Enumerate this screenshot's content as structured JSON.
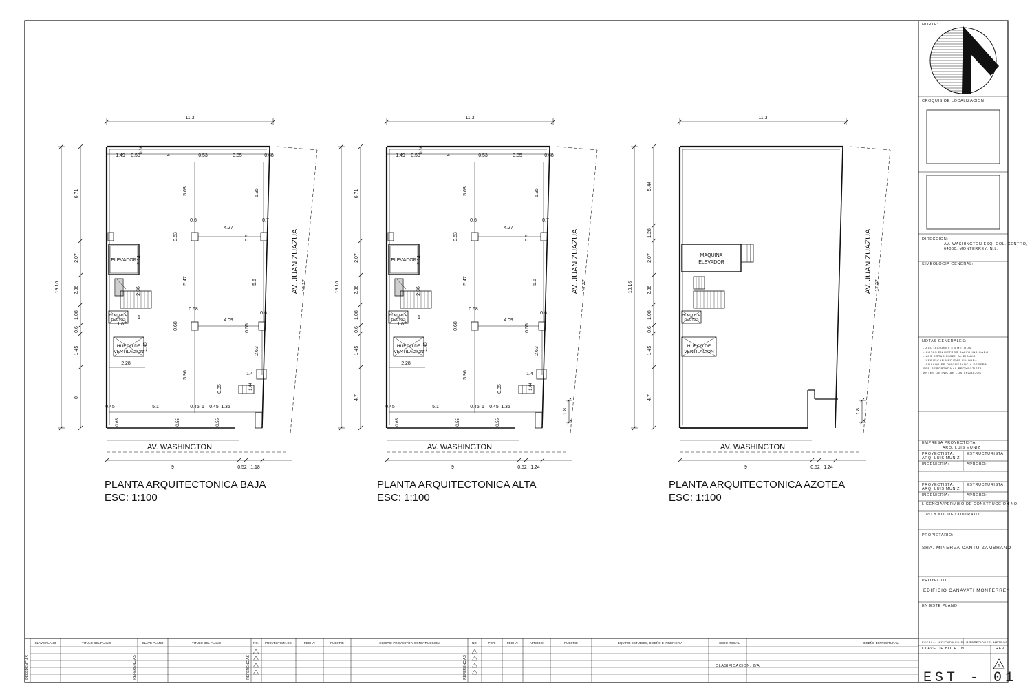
{
  "plans": [
    {
      "key": "baja",
      "title": "PLANTA ARQUITECTONICA BAJA",
      "scale": "ESC: 1:100",
      "overall_width": "11.3",
      "overall_height": "19.16",
      "street_bottom": "AV. WASHINGTON",
      "street_side": "AV. JUAN ZUAZUA",
      "side_length": "19.17",
      "bottom_dims": [
        "9",
        "0.52",
        "1.18"
      ],
      "left_dims": [
        "6.71",
        "2.07",
        "2.36",
        "1.08",
        "0.6",
        "1.45",
        "0"
      ],
      "top_dims": [
        "1.49",
        "0.53",
        "4",
        "0.53",
        "3.85",
        "0.68",
        "0.36"
      ],
      "inner_dims": [
        "5.68",
        "5.35",
        "0.6",
        "4.27",
        "0.7",
        "0.63",
        "0.6",
        "2.14",
        "5.47",
        "5.6",
        "0.68",
        "4.09",
        "0.6",
        "0.68",
        "0.55",
        "2.36",
        "1",
        "1.67",
        "1.45",
        "2.28",
        "2.63",
        "5.96",
        "1.4",
        "0.35",
        "1.44",
        "0.45",
        "5.1",
        "0.45",
        "1",
        "0.45",
        "1.35",
        "0.65",
        "0.55",
        "0.55"
      ],
      "labels": [
        "ELEVADOR",
        "HUECO DE DUCTOS",
        "HUECO DE VENTILACION"
      ]
    },
    {
      "key": "alta",
      "title": "PLANTA ARQUITECTONICA ALTA",
      "scale": "ESC: 1:100",
      "overall_width": "11.3",
      "overall_height": "19.16",
      "street_bottom": "AV. WASHINGTON",
      "street_side": "AV. JUAN ZUAZUA",
      "side_length": "17.37",
      "bottom_dims": [
        "9",
        "0.52",
        "1.24"
      ],
      "left_dims": [
        "6.71",
        "2.07",
        "2.36",
        "1.08",
        "0.6",
        "1.45",
        "4.7"
      ],
      "top_dims": [
        "1.49",
        "0.53",
        "4",
        "0.53",
        "3.85",
        "0.68",
        "0.36"
      ],
      "inner_dims": [
        "5.68",
        "5.35",
        "0.6",
        "4.27",
        "0.7",
        "0.63",
        "0.6",
        "2.14",
        "5.47",
        "5.6",
        "0.68",
        "4.09",
        "0.6",
        "0.68",
        "0.55",
        "2.36",
        "1",
        "1.67",
        "1.45",
        "2.28",
        "2.63",
        "5.96",
        "1.4",
        "0.35",
        "1.44",
        "0.45",
        "5.1",
        "0.45",
        "1",
        "0.45",
        "1.35",
        "0.65",
        "0.55",
        "0.55"
      ],
      "labels": [
        "ELEVADOR",
        "HUECO DE DUCTOS",
        "HUECO DE VENTILACION"
      ],
      "extra_dim": "1.8"
    },
    {
      "key": "azotea",
      "title": "PLANTA ARQUITECTONICA AZOTEA",
      "scale": "ESC: 1:100",
      "overall_width": "11.3",
      "overall_height": "19.16",
      "street_bottom": "AV. WASHINGTON",
      "street_side": "AV. JUAN ZUAZUA",
      "side_length": "17.37",
      "bottom_dims": [
        "9",
        "0.52",
        "1.24"
      ],
      "left_dims": [
        "5.44",
        "1.28",
        "2.07",
        "2.36",
        "1.08",
        "0.6",
        "1.45",
        "4.7"
      ],
      "labels": [
        "MAQUINA ELEVADOR",
        "HUECO DE DUCTOS",
        "HUECO DE VENTILACION"
      ],
      "extra_dim": "1.8"
    }
  ],
  "title_block": {
    "norte": "NORTE:",
    "croquis": "CROQUIS DE LOCALIZACION:",
    "direccion_label": "DIRECCION:",
    "direccion_lines": [
      "AV. WASHINGTON ESQ. COL. CENTRO,",
      "64000, MONTERREY, N.L."
    ],
    "simbologia": "SIMBOLOGIA GENERAL:",
    "notas": "NOTAS GENERALES:",
    "notas_lines": [
      "- ACOTACIONES EN METROS",
      "- COTAS EN METROS SALVO INDICADO",
      "- LAS COTAS RIGEN AL DIBUJO",
      "- VERIFICAR MEDIDAS EN OBRA",
      "- CUALQUIER DISCREPANCIA DEBERA",
      "  SER REPORTADA AL PROYECTISTA",
      "  ANTES DE INICIAR LOS TRABAJOS"
    ],
    "empresa_label": "EMPRESA PROYECTISTA:",
    "empresa_value": "ARQ. LUIS MUÑIZ",
    "proyectista_label": "PROYECTISTA:",
    "proyectista_value": "ARQ. LUIS MUÑIZ",
    "estructurista": "ESTRUCTURISTA:",
    "ingenieria": "INGENIERIA:",
    "aprobo": "APROBO:",
    "proyectista2_label": "PROYECTISTA:",
    "proyectista2_value": "ARQ. LUIS MUÑIZ",
    "estructurista2": "ESTRUCTURISTA:",
    "ingenieria2": "INGENIERIA:",
    "aprobo2": "APROBO:",
    "licencia": "LICENCIA/PERMISO DE CONSTRUCCION NO.",
    "tipo": "TIPO Y NO. DE CONTRATO:",
    "propietario_label": "PROPIETARIO:",
    "propietario_value": "SRA. MINERVA CANTU ZAMBRANO",
    "proyecto_label": "PROYECTO:",
    "proyecto_value": "EDIFICIO CANAVATI MONTERREY",
    "en_este_plano": "EN ESTE PLANO:",
    "escala": "ESCALA: INDICADA EN EL DIBUJO",
    "acotaciones": "ACOTACIONES: METROS",
    "clave_label": "CLAVE DE BOLETIN:",
    "rev_label": "REV",
    "code": "EST - 01",
    "rev_value": "1"
  },
  "bottom_strip": {
    "referencias": "REFERENCIAS",
    "cols": [
      "CLAVE PLANO",
      "TITULO DEL PLANO",
      "CLAVE PLANO",
      "TITULO DEL PLANO",
      "NO.",
      "PROYECTISTA DE:",
      "FECHA:",
      "PUESTO:",
      "EQUIPO: PROYECTO Y CONSTRUCCION",
      "NO.",
      "POR:",
      "FECHA:",
      "APROBO:",
      "PUESTO:",
      "EQUIPO: ESTUDIOS, DISEÑO E INGENIERIA",
      "CERO INICIAL",
      "DISEÑO ESTRUCTURAL"
    ],
    "cierre": "CLASIFICACION: 2/A"
  }
}
